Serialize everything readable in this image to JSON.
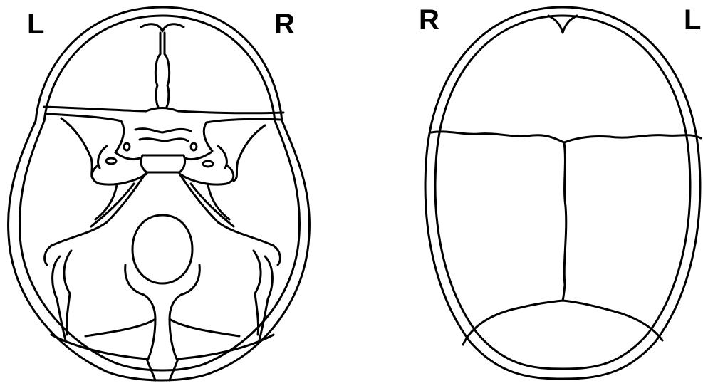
{
  "labels": {
    "base_left": "L",
    "base_right": "R",
    "vault_right": "R",
    "vault_left": "L"
  },
  "colors": {
    "line": "#000000",
    "background": "#ffffff"
  }
}
